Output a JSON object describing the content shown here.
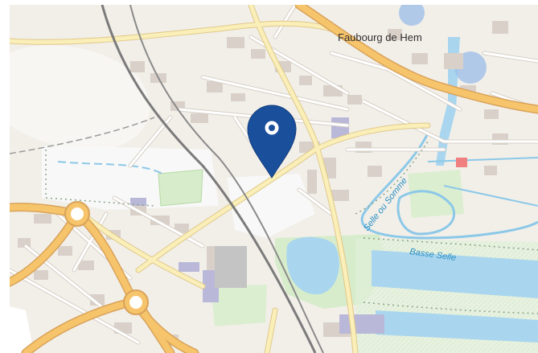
{
  "map": {
    "labels": {
      "place": "Faubourg de Hem",
      "river_1": "Selle ou Somme",
      "river_2": "Basse Selle"
    },
    "marker": {
      "icon": "location-pin-icon",
      "color": "#1a4f9c"
    },
    "colors": {
      "land": "#f2efe9",
      "water": "#a9d6ee",
      "major_road": "#f0c46f",
      "minor_road": "#ffffff",
      "railway": "#7b7b7b",
      "building": "#d9d0c9",
      "park": "#d7eccb"
    }
  }
}
